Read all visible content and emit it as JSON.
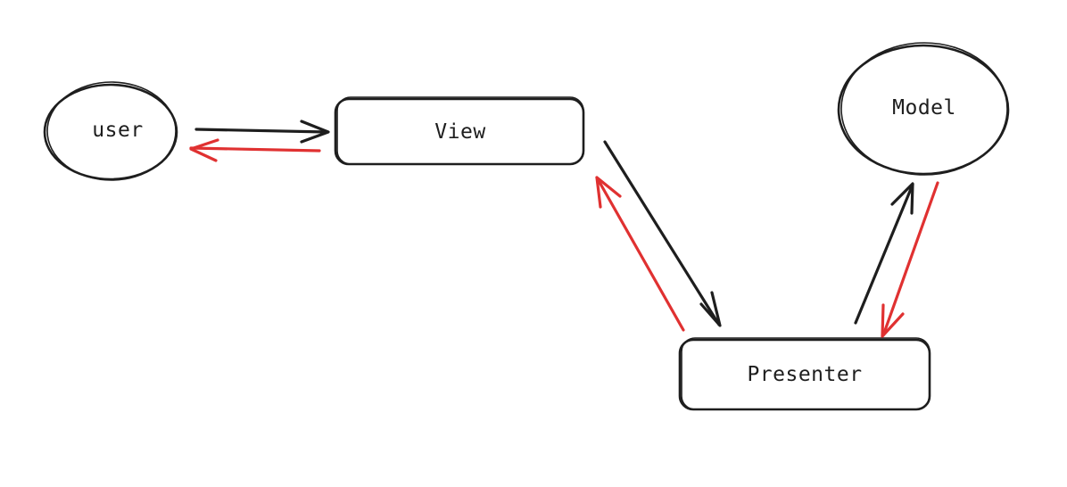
{
  "colors": {
    "ink": "#1e1e1e",
    "accent": "#e03131",
    "background": "#ffffff"
  },
  "nodes": {
    "user": {
      "label": "user",
      "shape": "ellipse"
    },
    "view": {
      "label": "View",
      "shape": "rounded-rectangle"
    },
    "model": {
      "label": "Model",
      "shape": "ellipse"
    },
    "presenter": {
      "label": "Presenter",
      "shape": "rounded-rectangle"
    }
  },
  "edges": [
    {
      "from": "user",
      "to": "view",
      "color": "ink"
    },
    {
      "from": "view",
      "to": "user",
      "color": "accent"
    },
    {
      "from": "view",
      "to": "presenter",
      "color": "ink"
    },
    {
      "from": "presenter",
      "to": "view",
      "color": "accent"
    },
    {
      "from": "presenter",
      "to": "model",
      "color": "ink"
    },
    {
      "from": "model",
      "to": "presenter",
      "color": "accent"
    }
  ]
}
